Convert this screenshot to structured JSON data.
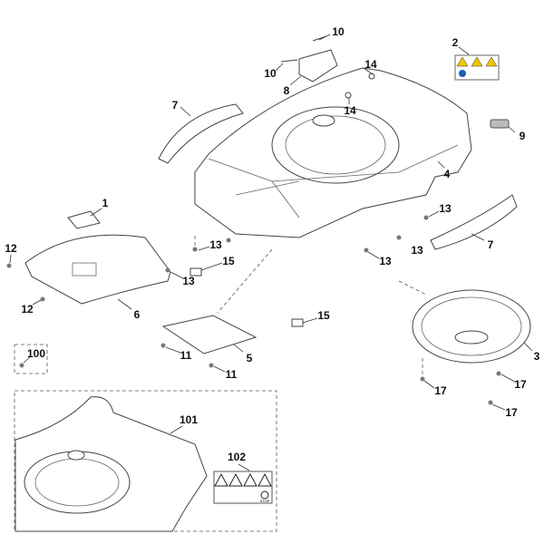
{
  "diagram": {
    "callouts": [
      {
        "id": "10a",
        "text": "10"
      },
      {
        "id": "10b",
        "text": "10"
      },
      {
        "id": "8",
        "text": "8"
      },
      {
        "id": "2",
        "text": "2"
      },
      {
        "id": "14a",
        "text": "14"
      },
      {
        "id": "14b",
        "text": "14"
      },
      {
        "id": "7a",
        "text": "7"
      },
      {
        "id": "9",
        "text": "9"
      },
      {
        "id": "4",
        "text": "4"
      },
      {
        "id": "1",
        "text": "1"
      },
      {
        "id": "13a",
        "text": "13"
      },
      {
        "id": "13b",
        "text": "13"
      },
      {
        "id": "15a",
        "text": "15"
      },
      {
        "id": "13c",
        "text": "13"
      },
      {
        "id": "12a",
        "text": "12"
      },
      {
        "id": "12b",
        "text": "12"
      },
      {
        "id": "6",
        "text": "6"
      },
      {
        "id": "7b",
        "text": "7"
      },
      {
        "id": "13d",
        "text": "13"
      },
      {
        "id": "13e",
        "text": "13"
      },
      {
        "id": "15b",
        "text": "15"
      },
      {
        "id": "5",
        "text": "5"
      },
      {
        "id": "11a",
        "text": "11"
      },
      {
        "id": "11b",
        "text": "11"
      },
      {
        "id": "100",
        "text": "100"
      },
      {
        "id": "3",
        "text": "3"
      },
      {
        "id": "17a",
        "text": "17"
      },
      {
        "id": "17b",
        "text": "17"
      },
      {
        "id": "17c",
        "text": "17"
      },
      {
        "id": "101",
        "text": "101"
      },
      {
        "id": "102",
        "text": "102"
      }
    ],
    "colors": {
      "warning_yellow": "#f2c500",
      "info_blue": "#1f5fb4",
      "line": "#444444"
    },
    "sticker_text": "STOP"
  }
}
